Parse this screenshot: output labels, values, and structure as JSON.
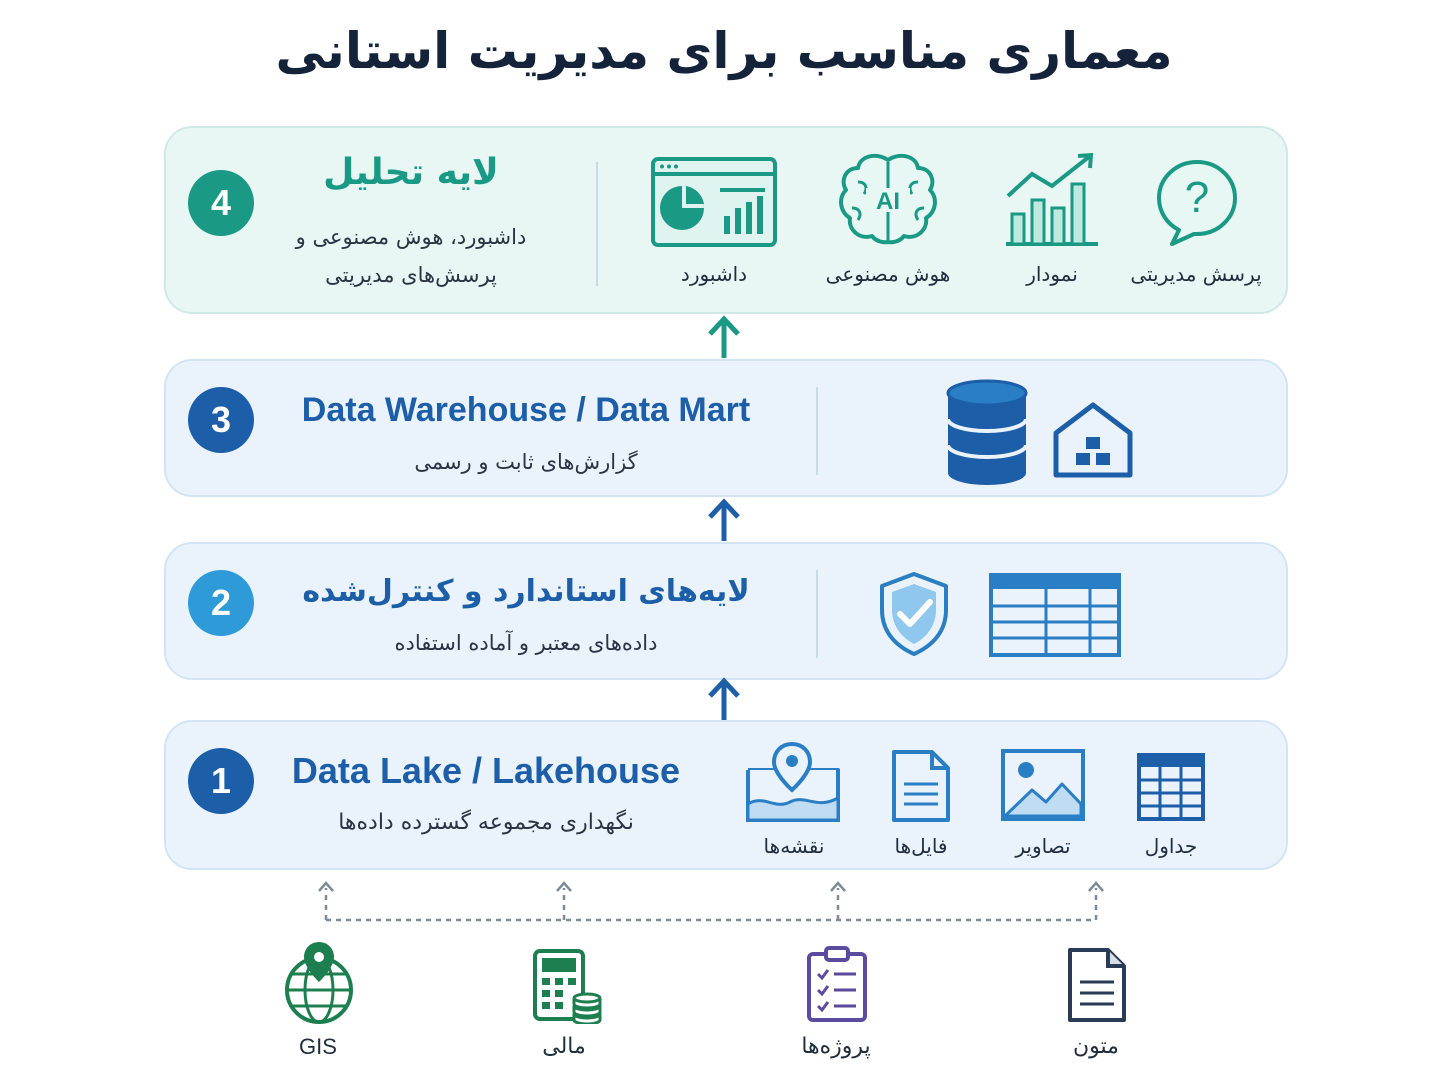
{
  "title": "معماری مناسب برای مدیریت استانی",
  "colors": {
    "green": "#1a9a84",
    "blue_dark": "#1d5ea8",
    "blue_mid": "#2a7fc4",
    "blue_light": "#2e9ad8",
    "text_dark": "#15233a"
  },
  "layer4": {
    "number": "4",
    "title": "لایه تحلیل",
    "subtitle_line1": "داشبورد، هوش مصنوعی و",
    "subtitle_line2": "پرسش‌های مدیریتی",
    "icons": [
      {
        "label": "پرسش مدیریتی",
        "icon": "question-bubble-icon"
      },
      {
        "label": "نمودار",
        "icon": "bar-chart-icon"
      },
      {
        "label": "هوش مصنوعی",
        "icon": "ai-brain-icon"
      },
      {
        "label": "داشبورد",
        "icon": "dashboard-icon"
      }
    ]
  },
  "layer3": {
    "number": "3",
    "title": "Data Warehouse / Data Mart",
    "subtitle": "گزارش‌های ثابت و رسمی",
    "icons": [
      {
        "icon": "warehouse-icon"
      },
      {
        "icon": "database-icon"
      }
    ]
  },
  "layer2": {
    "number": "2",
    "title": "لایه‌های استاندارد و کنترل‌شده",
    "subtitle": "داده‌های معتبر و آماده استفاده",
    "icons": [
      {
        "icon": "table-grid-icon"
      },
      {
        "icon": "shield-check-icon"
      }
    ]
  },
  "layer1": {
    "number": "1",
    "title": "Data Lake / Lakehouse",
    "subtitle": "نگهداری مجموعه گسترده داده‌ها",
    "icons": [
      {
        "label": "جداول",
        "icon": "table-icon"
      },
      {
        "label": "تصاویر",
        "icon": "image-icon"
      },
      {
        "label": "فایل‌ها",
        "icon": "file-icon"
      },
      {
        "label": "نقشه‌ها",
        "icon": "map-icon"
      }
    ]
  },
  "sources": [
    {
      "label": "متون",
      "icon": "text-document-icon"
    },
    {
      "label": "پروژه‌ها",
      "icon": "checklist-icon"
    },
    {
      "label": "مالی",
      "icon": "calculator-coins-icon"
    },
    {
      "label": "GIS",
      "icon": "globe-pin-icon"
    }
  ]
}
